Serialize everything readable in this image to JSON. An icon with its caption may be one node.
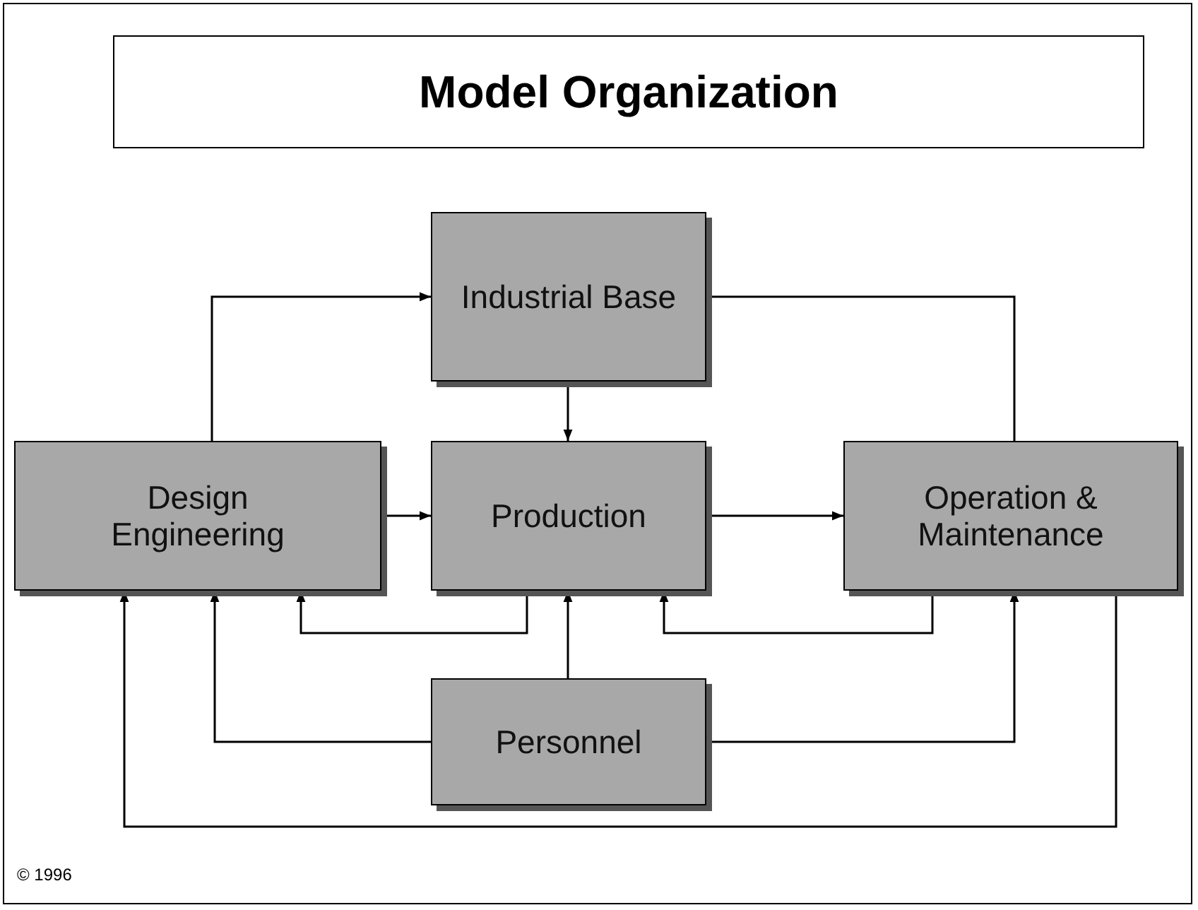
{
  "diagram": {
    "title": "Model Organization",
    "nodes": [
      {
        "text": [
          "Industrial Base"
        ]
      },
      {
        "text": [
          "Design Engineering"
        ]
      },
      {
        "text": [
          "Production"
        ]
      },
      {
        "text": [
          "Operation & Maintenance"
        ]
      },
      {
        "text": [
          "Personnel"
        ]
      }
    ],
    "edges": [
      {
        "from": 1,
        "to": 0,
        "arrow": "to"
      },
      {
        "from": 0,
        "to": 3,
        "arrow": "none"
      },
      {
        "from": 0,
        "to": 2,
        "arrow": "to"
      },
      {
        "from": 1,
        "to": 2,
        "arrow": "to"
      },
      {
        "from": 2,
        "to": 3,
        "arrow": "to"
      },
      {
        "from": 2,
        "to": 1,
        "arrow": "to"
      },
      {
        "from": 3,
        "to": 2,
        "arrow": "to"
      },
      {
        "from": 4,
        "to": 2,
        "arrow": "to"
      },
      {
        "from": 4,
        "to": 1,
        "arrow": "to"
      },
      {
        "from": 4,
        "to": 3,
        "arrow": "to"
      },
      {
        "from": 3,
        "to": 1,
        "arrow": "to"
      }
    ],
    "labels": [
      "© 1996"
    ]
  }
}
